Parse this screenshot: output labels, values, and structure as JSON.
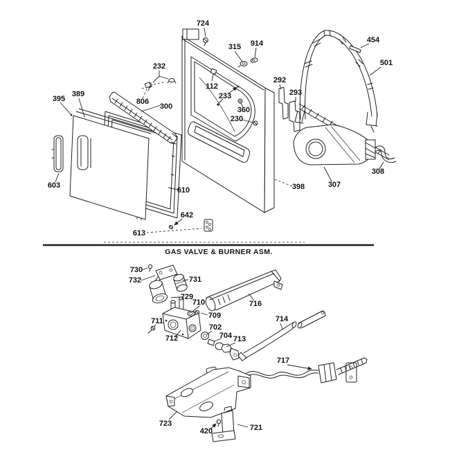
{
  "top_section": {
    "part_labels": {
      "p724": "724",
      "p232": "232",
      "p315": "315",
      "p914": "914",
      "p112": "112",
      "p233": "233",
      "p360": "360",
      "p230": "230",
      "p395": "395",
      "p389": "389",
      "p806": "806",
      "p300": "300",
      "p292": "292",
      "p293": "293",
      "p454": "454",
      "p501": "501",
      "p308": "308",
      "p307": "307",
      "p398": "398",
      "p603": "603",
      "p610": "610",
      "p642": "642",
      "p613": "613"
    }
  },
  "bottom_section": {
    "title": "GAS VALVE & BURNER ASM.",
    "part_labels": {
      "p730": "730",
      "p732": "732",
      "p731": "731",
      "p729": "729",
      "p710": "710",
      "p709": "709",
      "p711": "711",
      "p712": "712",
      "p702": "702",
      "p704": "704",
      "p713": "713",
      "p716": "716",
      "p714": "714",
      "p717": "717",
      "p723": "723",
      "p420": "420",
      "p721": "721"
    }
  }
}
